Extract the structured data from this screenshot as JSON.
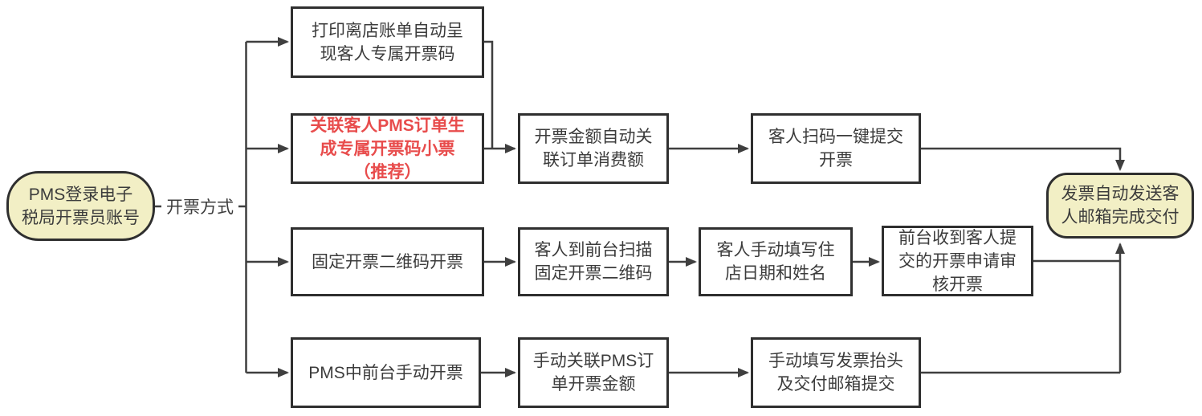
{
  "diagram": {
    "start_node": {
      "label": "PMS登录电子\n税局开票员账号"
    },
    "branch_label": "开票方式",
    "end_node": {
      "label": "发票自动发送客\n人邮箱完成交付"
    },
    "nodes": {
      "print_bill": {
        "label": "打印离店账单自动呈\n现客人专属开票码"
      },
      "pms_order_code": {
        "label": "关联客人PMS订单生\n成专属开票码小票\n（推荐）",
        "highlight": true
      },
      "auto_amount": {
        "label": "开票金额自动关\n联订单消费额"
      },
      "guest_scan_submit": {
        "label": "客人扫码一键提交\n开票"
      },
      "fixed_qr": {
        "label": "固定开票二维码开票"
      },
      "front_desk_scan": {
        "label": "客人到前台扫描\n固定开票二维码"
      },
      "guest_fill_info": {
        "label": "客人手动填写住\n店日期和姓名"
      },
      "front_desk_review": {
        "label": "前台收到客人提\n交的开票申请审\n核开票"
      },
      "manual_invoice": {
        "label": "PMS中前台手动开票"
      },
      "manual_link_order": {
        "label": "手动关联PMS订\n单开票金额"
      },
      "manual_fill_title": {
        "label": "手动填写发票抬头\n及交付邮箱提交"
      }
    },
    "colors": {
      "node_border": "#2f2f2f",
      "line": "#3f3f3f",
      "text": "#3c3c3c",
      "highlight_text": "#e84c4c",
      "terminal_fill": "#f2efc5",
      "box_fill": "#ffffff",
      "background": "#ffffff"
    }
  }
}
